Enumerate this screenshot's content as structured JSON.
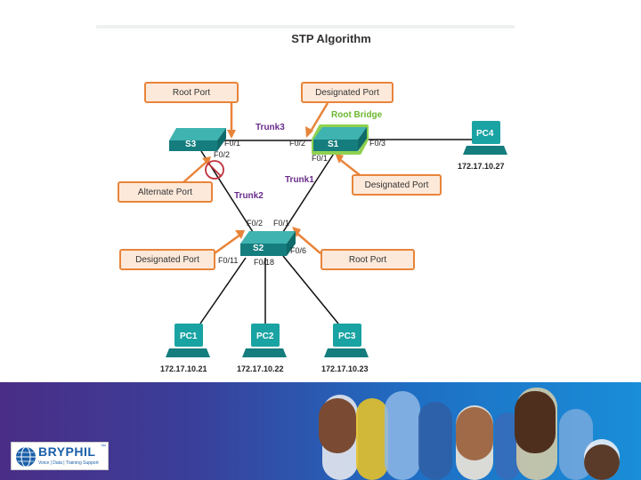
{
  "title": "STP Algorithm",
  "root_bridge_label": "Root Bridge",
  "trunks": {
    "trunk1": "Trunk1",
    "trunk2": "Trunk2",
    "trunk3": "Trunk3"
  },
  "switches": {
    "s1": "S1",
    "s2": "S2",
    "s3": "S3"
  },
  "ports": {
    "s3_f01": "F0/1",
    "s3_f02": "F0/2",
    "s1_f02": "F0/2",
    "s1_f01": "F0/1",
    "s1_f03": "F0/3",
    "s2_f02": "F0/2",
    "s2_f01": "F0/1",
    "s2_f011": "F0/11",
    "s2_f018": "F0/18",
    "s2_f06": "F0/6"
  },
  "callouts": {
    "s3_root": "Root Port",
    "s1_designated_top": "Designated Port",
    "s3_alternate": "Alternate Port",
    "s1_designated_f01": "Designated Port",
    "s2_designated": "Designated Port",
    "s2_root": "Root Port"
  },
  "pcs": {
    "pc1": {
      "name": "PC1",
      "ip": "172.17.10.21"
    },
    "pc2": {
      "name": "PC2",
      "ip": "172.17.10.22"
    },
    "pc3": {
      "name": "PC3",
      "ip": "172.17.10.23"
    },
    "pc4": {
      "name": "PC4",
      "ip": "172.17.10.27"
    }
  },
  "logo": {
    "name": "BRYPHIL",
    "tagline": "Voice | Data | Training  Support",
    "mark": "™"
  },
  "colors": {
    "callout_border": "#e8843a",
    "trunk": "#6a2d8a",
    "root_bridge": "#6ab82e",
    "switch": "#1a8a8a",
    "blocked": "#c0303a"
  }
}
